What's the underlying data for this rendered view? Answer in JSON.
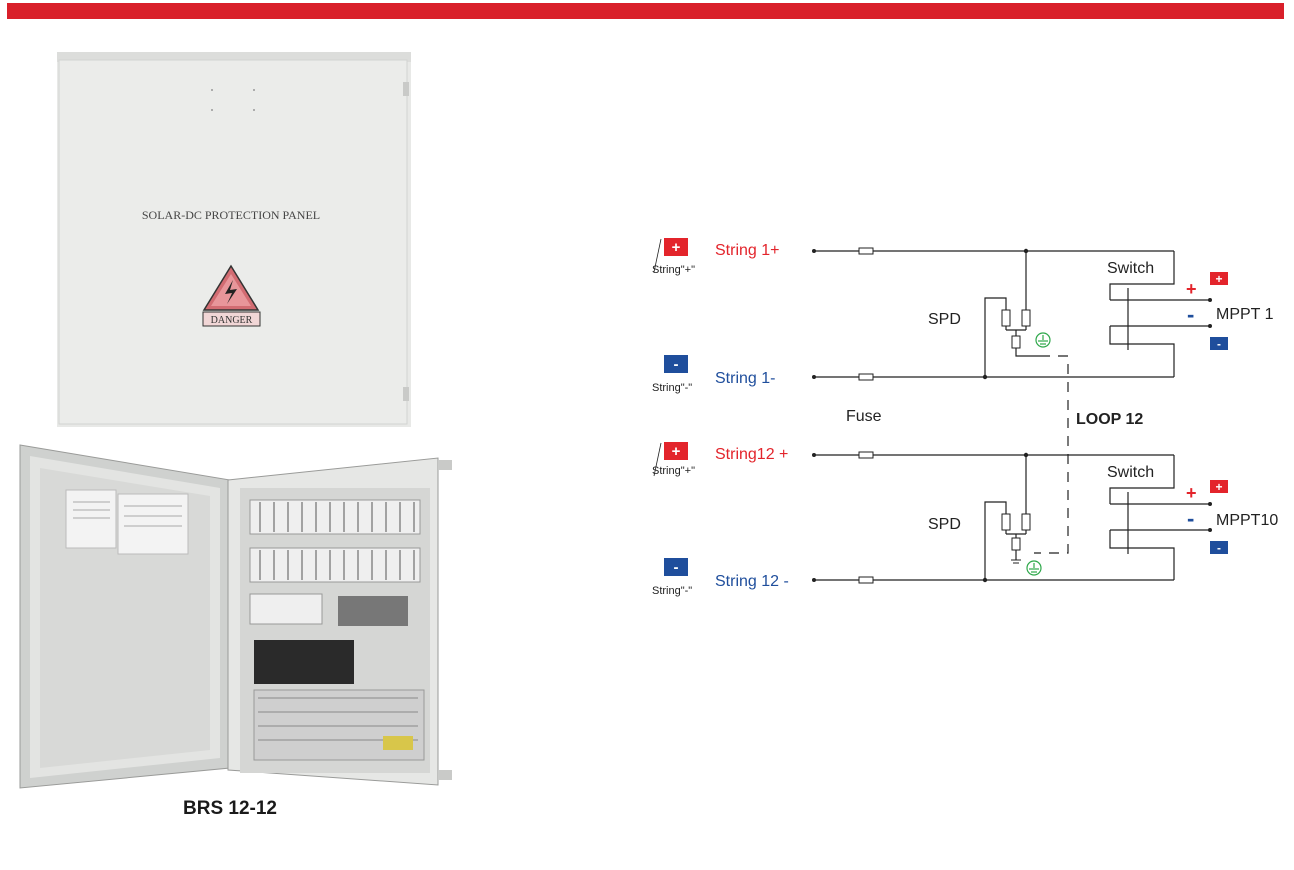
{
  "header": {
    "bar_color": "#d9202a"
  },
  "panel_closed": {
    "label": "SOLAR-DC PROTECTION PANEL",
    "warning_text": "DANGER"
  },
  "product": {
    "model": "BRS 12-12"
  },
  "diagram": {
    "loops": [
      {
        "plus_sign": "+",
        "minus_sign": "-",
        "plus_caption": "String\"+\"",
        "minus_caption": "String\"-\"",
        "plus_label": "String 1+",
        "minus_label": "String 1-",
        "spd_label": "SPD",
        "switch_label": "Switch",
        "mppt_label": "MPPT 1",
        "out_plus": "+",
        "out_minus": "-"
      },
      {
        "plus_sign": "+",
        "minus_sign": "-",
        "plus_caption": "String\"+\"",
        "minus_caption": "String\"-\"",
        "plus_label": "String12 +",
        "minus_label": "String 12 -",
        "spd_label": "SPD",
        "switch_label": "Switch",
        "mppt_label": "MPPT10",
        "out_plus": "+",
        "out_minus": "-"
      }
    ],
    "fuse_label": "Fuse",
    "loop_label": "LOOP 12",
    "colors": {
      "positive": "#e3242b",
      "negative": "#1f4e9c",
      "line": "#222222",
      "ground": "#2ea84a"
    }
  }
}
